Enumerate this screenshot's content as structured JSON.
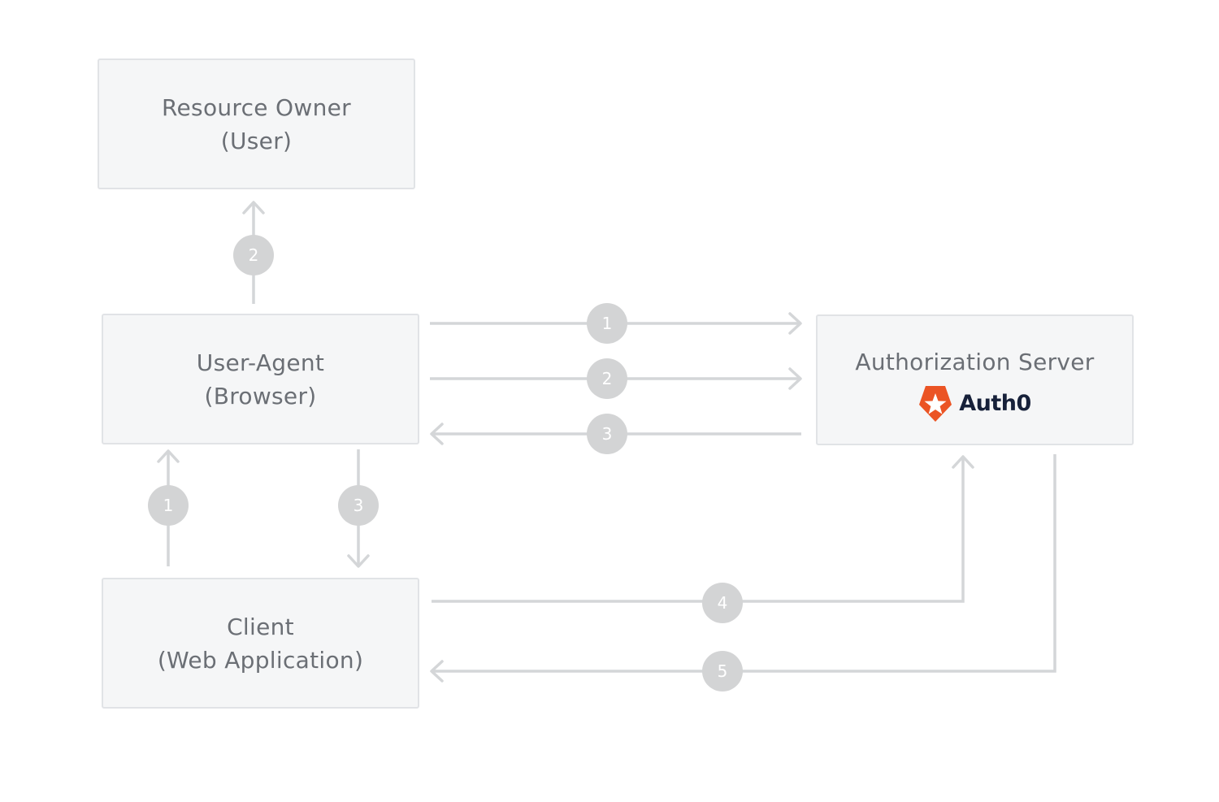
{
  "nodes": {
    "resource_owner": {
      "line1": "Resource Owner",
      "line2": "(User)"
    },
    "user_agent": {
      "line1": "User-Agent",
      "line2": "(Browser)"
    },
    "client": {
      "line1": "Client",
      "line2": "(Web Application)"
    },
    "authorization_server": {
      "line1": "Authorization Server",
      "brand": {
        "name": "Auth0",
        "logo_icon": "auth0-shield-star-icon",
        "logo_color": "#eb5424"
      }
    }
  },
  "edges": [
    {
      "id": "agent-to-owner",
      "label": "2"
    },
    {
      "id": "client-to-agent",
      "label": "1"
    },
    {
      "id": "agent-to-client",
      "label": "3"
    },
    {
      "id": "agent-to-authz-1",
      "label": "1"
    },
    {
      "id": "agent-to-authz-2",
      "label": "2"
    },
    {
      "id": "authz-to-agent",
      "label": "3"
    },
    {
      "id": "client-to-authz",
      "label": "4"
    },
    {
      "id": "authz-to-client",
      "label": "5"
    }
  ],
  "colors": {
    "box_fill": "#f5f6f7",
    "box_border": "#e1e3e6",
    "connector": "#d4d6d8",
    "badge_fill": "#d3d4d5",
    "text": "#6b6f75"
  }
}
